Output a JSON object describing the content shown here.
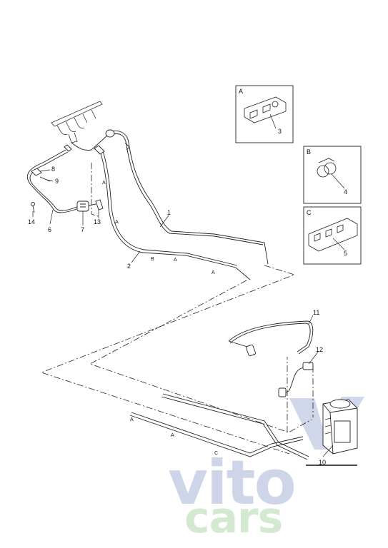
{
  "callouts": {
    "c1": "1",
    "c2": "2",
    "c3": "3",
    "c4": "4",
    "c5": "5",
    "c6": "6",
    "c7": "7",
    "c8": "8",
    "c9": "9",
    "c10": "10",
    "c11": "11",
    "c12": "12",
    "c13": "13",
    "c14": "14"
  },
  "detail_boxes": {
    "a": "A",
    "b": "B",
    "c": "C"
  },
  "pipe_tags": {
    "a1": "A",
    "a2": "A",
    "a3": "A",
    "a4": "A",
    "a5": "A",
    "a6": "A",
    "b1": "B",
    "c1": "C"
  },
  "watermark": {
    "line1": "vito",
    "line2": "cars"
  }
}
